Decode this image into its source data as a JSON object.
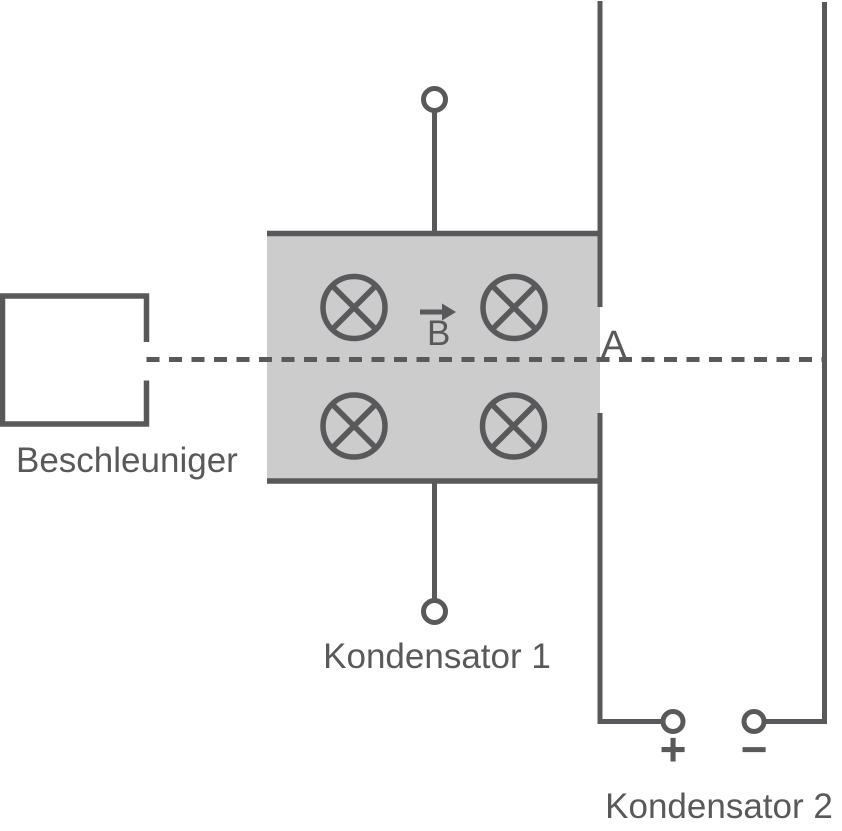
{
  "colors": {
    "line": "#59595b",
    "region": "#cccccc",
    "bg": "#ffffff"
  },
  "accelerator": {
    "label": "Beschleuniger"
  },
  "field_region": {
    "vector_label": "B",
    "symbol_icon": "field-into-page-icon",
    "symbol_count": 4
  },
  "aperture": {
    "label": "A"
  },
  "capacitor1": {
    "label": "Kondensator 1"
  },
  "capacitor2": {
    "label": "Kondensator 2",
    "plus": "+",
    "minus": "−"
  }
}
